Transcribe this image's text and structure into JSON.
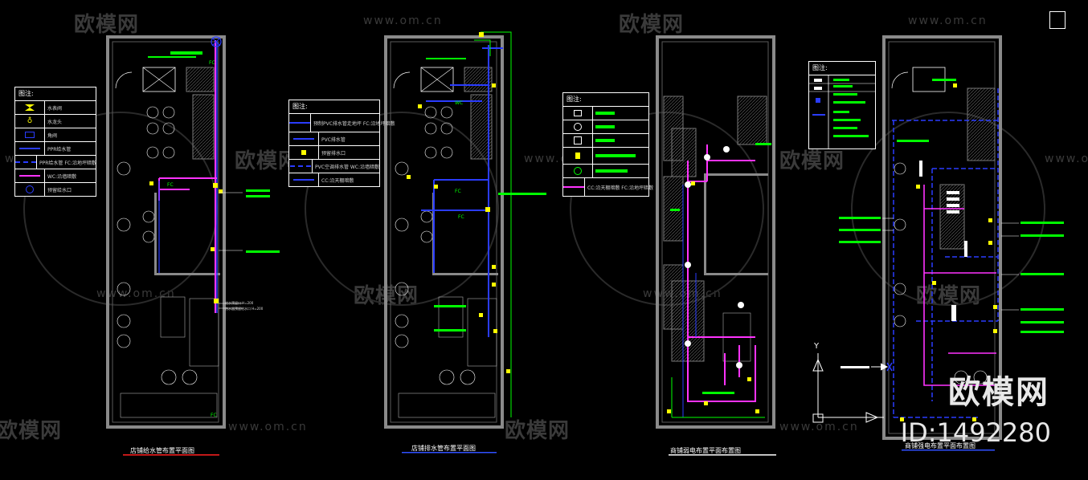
{
  "watermarks": {
    "brand": "欧模网",
    "url": "www.om.cn"
  },
  "overlay": {
    "brand": "欧模网",
    "id_label": "ID:1492280"
  },
  "plans": [
    {
      "title": "店铺给水管布置平面图"
    },
    {
      "title": "店铺排水管布置平面图"
    },
    {
      "title": "商铺弱电布置平面布置图"
    },
    {
      "title": "商铺强电布置平面布置图"
    }
  ],
  "legends": {
    "supply": {
      "header": "图注:",
      "items": [
        {
          "label": "水表阀"
        },
        {
          "label": "水龙头"
        },
        {
          "label": "角阀"
        },
        {
          "label": "PPR给水管"
        },
        {
          "label": "PPR给水管 FC:沿地坪暗敷"
        },
        {
          "label": "WC:沿墙暗敷"
        },
        {
          "label": "预留给水口"
        }
      ]
    },
    "drain": {
      "header": "图注:",
      "items": [
        {
          "label": "预制PVC排水管走地坪 FC:沿地坪暗敷"
        },
        {
          "label": "PVC排水管"
        },
        {
          "label": "预留排水口"
        },
        {
          "label": "PVC空调排水管 WC:沿墙暗敷"
        },
        {
          "label": "CC:沿天棚暗敷"
        }
      ]
    },
    "weak": {
      "header": "图注:",
      "items": [
        {
          "label": ""
        },
        {
          "label": ""
        },
        {
          "label": ""
        },
        {
          "label": ""
        },
        {
          "label": ""
        },
        {
          "label": "CC:沿天棚暗敷 FC:沿地坪暗敷"
        }
      ]
    },
    "strong": {
      "header": "图注:"
    }
  },
  "colors": {
    "wall": "#8a8a8a",
    "pipe_green": "#00ff00",
    "pipe_magenta": "#ff33ff",
    "pipe_blue": "#2a3cff",
    "yellow": "#ffff00",
    "white": "#ffffff",
    "watermark": "#3a3a3a",
    "title_underline_red": "#ff2020",
    "title_underline_blue": "#3050ff"
  }
}
